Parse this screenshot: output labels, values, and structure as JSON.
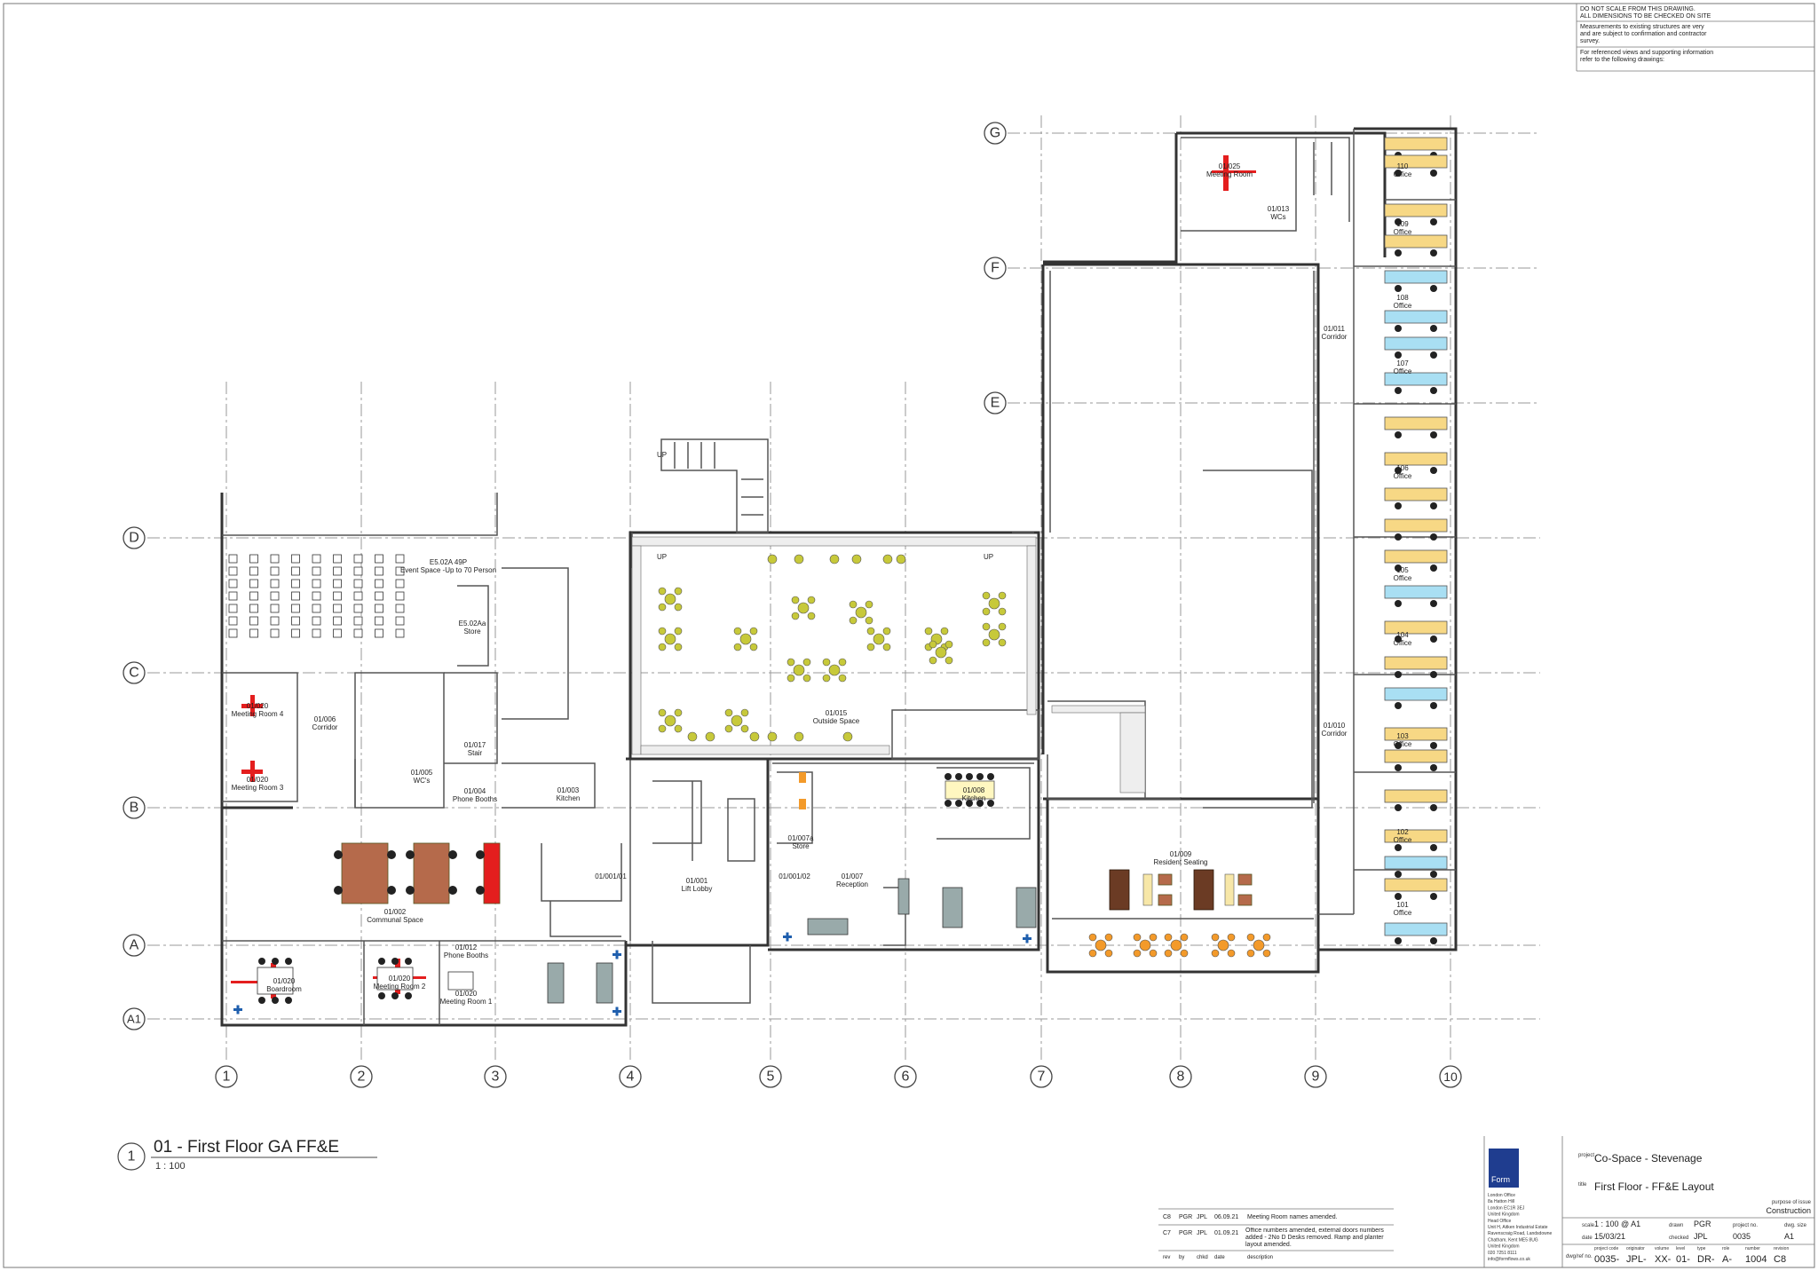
{
  "drawing_title": "01 - First Floor GA FF&E",
  "drawing_number": "1",
  "drawing_scale": "1 : 100",
  "notes": [
    "DO NOT SCALE FROM THIS DRAWING.",
    "ALL DIMENSIONS TO BE CHECKED ON SITE",
    "Measurements to existing structures are very",
    "and are subject to confirmation and contractor",
    "survey.",
    "For referenced views and supporting information",
    "refer to the following drawings:"
  ],
  "grid_rows": [
    "G",
    "F",
    "E",
    "D",
    "C",
    "B",
    "A",
    "A1"
  ],
  "grid_cols": [
    "1",
    "2",
    "3",
    "4",
    "5",
    "6",
    "7",
    "8",
    "9",
    "10"
  ],
  "rooms": {
    "event_space": [
      "E5.02A 49P",
      "Event Space -Up to 70 Person"
    ],
    "event_store": [
      "E5.02Aa",
      "Store"
    ],
    "meeting4": [
      "01/020",
      "Meeting Room 4"
    ],
    "meeting3": [
      "01/020",
      "Meeting Room 3"
    ],
    "corridor_006": [
      "01/006",
      "Corridor"
    ],
    "stair_017": [
      "01/017",
      "Stair"
    ],
    "wc_005": [
      "01/005",
      "WC's"
    ],
    "phone_booths_004": [
      "01/004",
      "Phone Booths"
    ],
    "kitchen_003": [
      "01/003",
      "Kitchen"
    ],
    "communal": [
      "01/002",
      "Communal Space"
    ],
    "boardroom": [
      "01/020",
      "Boardroom"
    ],
    "meeting2": [
      "01/020",
      "Meeting Room 2"
    ],
    "meeting1_012": [
      "01/012",
      "Phone Booths"
    ],
    "meeting1": [
      "01/020",
      "Meeting Room 1"
    ],
    "lobby_01": [
      "01/001/01"
    ],
    "lift_lobby": [
      "01/001",
      "Lift Lobby"
    ],
    "outside": [
      "01/015",
      "Outside Space"
    ],
    "store_007a": [
      "01/007a",
      "Store"
    ],
    "lobby_02": [
      "01/001/02"
    ],
    "reception": [
      "01/007",
      "Reception"
    ],
    "kitchen_008": [
      "01/008",
      "Kitchen"
    ],
    "resident": [
      "01/009",
      "Resident Seating"
    ],
    "meeting_top": [
      "01/025",
      "Meeting Room"
    ],
    "wcs_013": [
      "01/013",
      "WCs"
    ],
    "corridor_011": [
      "01/011",
      "Corridor"
    ],
    "corridor_010": [
      "01/010",
      "Corridor"
    ],
    "office_110": [
      "110",
      "Office"
    ],
    "office_109": [
      "109",
      "Office"
    ],
    "office_108": [
      "108",
      "Office"
    ],
    "office_107": [
      "107",
      "Office"
    ],
    "office_106": [
      "106",
      "Office"
    ],
    "office_105": [
      "105",
      "Office"
    ],
    "office_104": [
      "104",
      "Office"
    ],
    "office_103": [
      "103",
      "Office"
    ],
    "office_102": [
      "102",
      "Office"
    ],
    "office_101": [
      "101",
      "Office"
    ],
    "up1": "UP",
    "up2": "UP",
    "up3": "UP"
  },
  "revisions": [
    {
      "rev": "C8",
      "by": "PGR",
      "chkd": "JPL",
      "date": "06.09.21",
      "description": "Meeting Room names amended."
    },
    {
      "rev": "C7",
      "by": "PGR",
      "chkd": "JPL",
      "date": "01.09.21",
      "description": "Office numbers amended, external doors numbers added - 2No D Desks removed. Ramp and planter layout amended."
    }
  ],
  "revision_headers": [
    "rev",
    "by",
    "chkd",
    "date",
    "description"
  ],
  "company": {
    "logo_text": "Form",
    "address": [
      "London Office",
      "8a Hatton Hill",
      "London EC1R 3EJ",
      "United Kingdom",
      "Head Office",
      "Unit H, Aitken Industrial Estate",
      "Ravenscraig Road, Landsdowne",
      "Chatham, Kent ME5 8UG",
      "United Kingdom",
      "020 7251 8111",
      "info@formflows.co.uk"
    ]
  },
  "title_block": {
    "project_label": "project",
    "project": "Co-Space - Stevenage",
    "title_label": "title",
    "title": "First Floor - FF&E Layout",
    "purpose_label": "purpose of issue",
    "purpose": "Construction",
    "scale_label": "scale",
    "scale": "1 : 100 @ A1",
    "drawn_label": "drawn",
    "drawn": "PGR",
    "project_no_label": "project no.",
    "dwg_size_label": "dwg. size",
    "dwg_size": "A1",
    "date_label": "date",
    "date": "15/03/21",
    "checked_label": "checked",
    "checked": "JPL",
    "project_no": "0035",
    "dwg_no_label": "dwg/ref no.",
    "code_headers": [
      "project code",
      "originator",
      "volume",
      "level",
      "type",
      "role",
      "number",
      "revision"
    ],
    "codes": [
      "0035-",
      "JPL-",
      "XX-",
      "01-",
      "DR-",
      "A-",
      "1004",
      "C8"
    ]
  }
}
